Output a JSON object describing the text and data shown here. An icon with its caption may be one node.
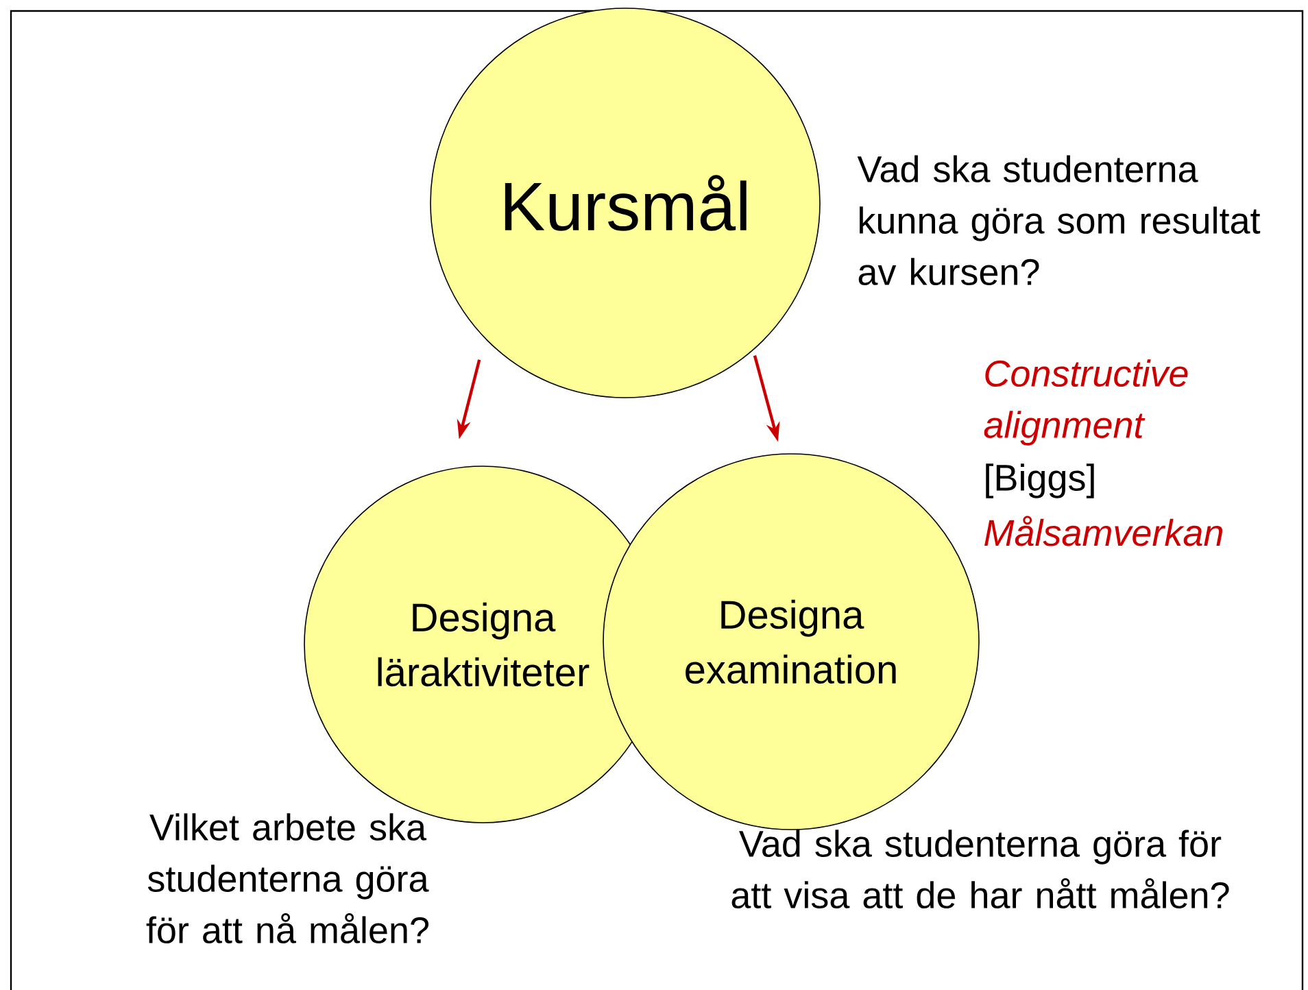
{
  "diagram": {
    "nodes": [
      {
        "text": [
          "Kursmål"
        ],
        "beside": [
          "Vad ska studenterna kunna göra som resultat av kursen?"
        ]
      },
      {
        "text": [
          "Designa läraktiviteter"
        ],
        "beside": [
          "Vilket arbete ska studenterna göra för att nå målen?"
        ]
      },
      {
        "text": [
          "Designa examination"
        ],
        "beside": [
          "Vad ska studenterna göra för att visa att de har nått målen?"
        ]
      }
    ],
    "edges": [
      {
        "from": 0,
        "to": 1,
        "arrow": "to",
        "color": "#cc0000"
      },
      {
        "from": 0,
        "to": 2,
        "arrow": "to",
        "color": "#cc0000"
      }
    ],
    "labels": [
      "Constructive alignment",
      "[Biggs]",
      "Målsamverkan"
    ]
  }
}
